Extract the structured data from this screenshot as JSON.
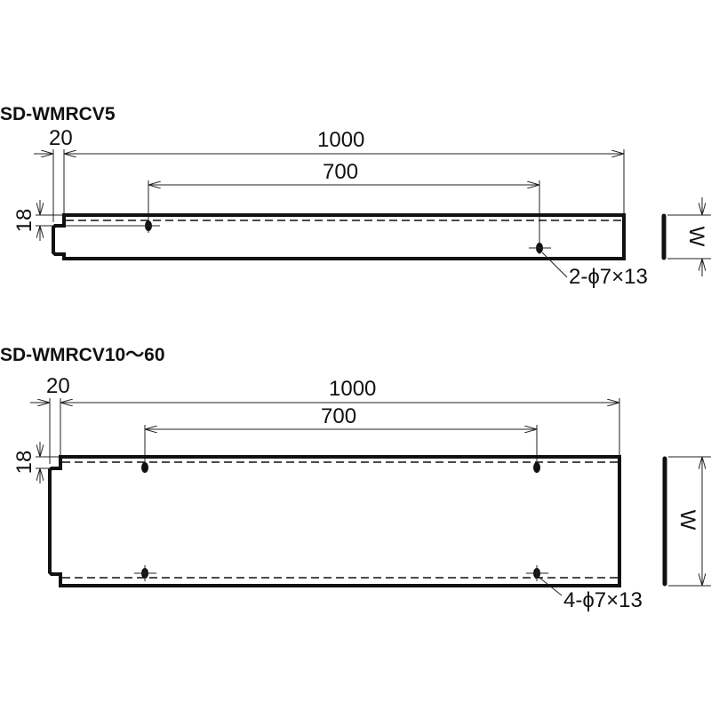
{
  "drawings": [
    {
      "model": "SD-WMRCV5",
      "dim_offset": "20",
      "dim_length": "1000",
      "dim_hole_pitch": "700",
      "dim_edge": "18",
      "side_width_label": "W",
      "hole_callout": "2-ϕ7×13"
    },
    {
      "model": "SD-WMRCV10〜60",
      "dim_offset": "20",
      "dim_length": "1000",
      "dim_hole_pitch": "700",
      "dim_edge": "18",
      "side_width_label": "W",
      "hole_callout": "4-ϕ7×13"
    }
  ]
}
